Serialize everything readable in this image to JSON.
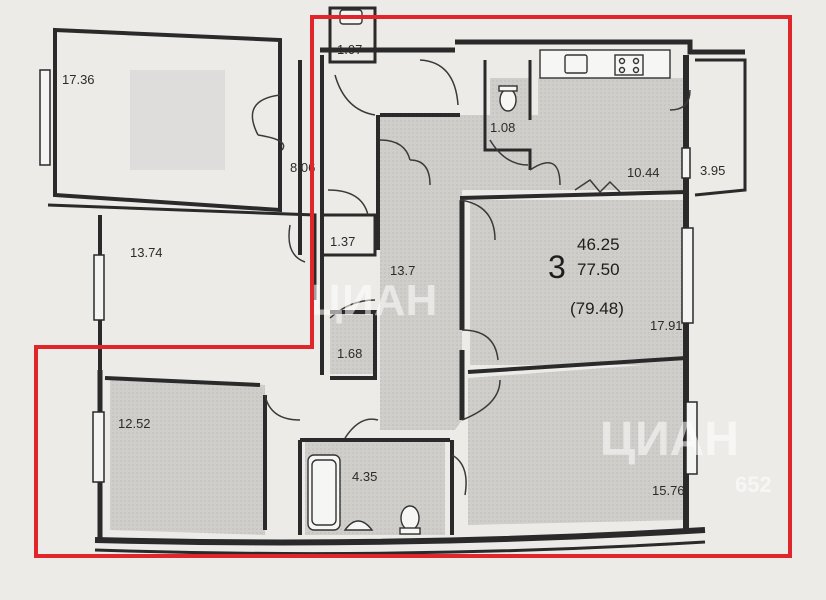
{
  "plan": {
    "apartment": {
      "rooms_count": "3",
      "living_area": "46.25",
      "total_area": "77.50",
      "total_with_balcony": "(79.48)"
    },
    "room_areas": {
      "r_1707": "1.07",
      "r_1736": "17.36",
      "r_806": "8.06",
      "r_1374": "13.74",
      "r_137": "1.37",
      "r_108": "1.08",
      "r_1044": "10.44",
      "r_395": "3.95",
      "r_137b": "13.7",
      "r_1791": "17.91",
      "r_168": "1.68",
      "r_1252": "12.52",
      "r_435": "4.35",
      "r_1576": "15.76"
    },
    "watermark": {
      "brand": "ЦИАН",
      "brand_small": "ЦИАН",
      "phone_fragment": "652"
    },
    "colors": {
      "highlight": "#e0262b",
      "wall": "#2a2a2a",
      "room_fill": "#c9c8c5",
      "background": "#ecebe8"
    }
  }
}
